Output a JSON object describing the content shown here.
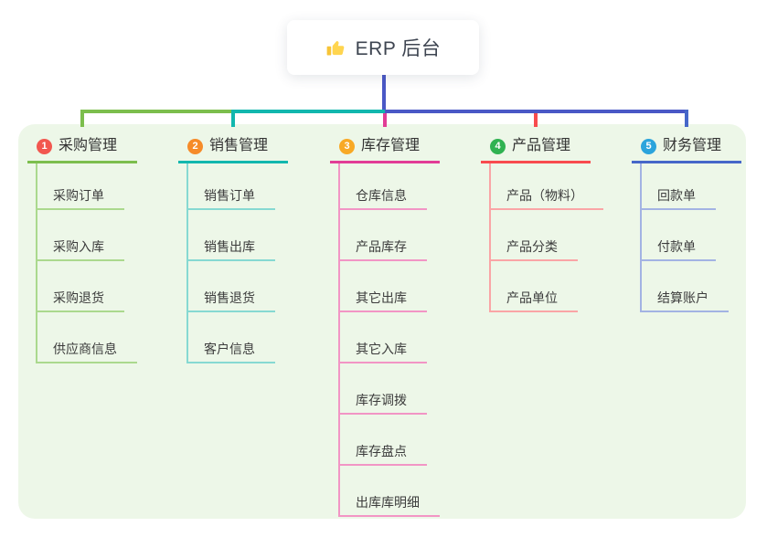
{
  "root": {
    "title": "ERP 后台",
    "icon": "thumbs-up-icon",
    "stem_color": "#4A58C6"
  },
  "panel": {
    "background": "#EDF7E8"
  },
  "branches": [
    {
      "number": "1",
      "label": "采购管理",
      "badge_color": "#F2574F",
      "line_color": "#7CBE4D",
      "sub_line_color": "#ABD98E",
      "items": [
        "采购订单",
        "采购入库",
        "采购退货",
        "供应商信息"
      ]
    },
    {
      "number": "2",
      "label": "销售管理",
      "badge_color": "#F68B29",
      "line_color": "#12B7AE",
      "sub_line_color": "#86D9D2",
      "items": [
        "销售订单",
        "销售出库",
        "销售退货",
        "客户信息"
      ]
    },
    {
      "number": "3",
      "label": "库存管理",
      "badge_color": "#F8A925",
      "line_color": "#E23C96",
      "sub_line_color": "#F295C5",
      "items": [
        "仓库信息",
        "产品库存",
        "其它出库",
        "其它入库",
        "库存调拨",
        "库存盘点",
        "出库库明细"
      ]
    },
    {
      "number": "4",
      "label": "产品管理",
      "badge_color": "#30B251",
      "line_color": "#F84B4E",
      "sub_line_color": "#FAA5A6",
      "items": [
        "产品（物料）",
        "产品分类",
        "产品单位"
      ]
    },
    {
      "number": "5",
      "label": "财务管理",
      "badge_color": "#2BA4DC",
      "line_color": "#4667C9",
      "sub_line_color": "#A3B3E3",
      "items": [
        "回款单",
        "付款单",
        "结算账户"
      ]
    }
  ]
}
